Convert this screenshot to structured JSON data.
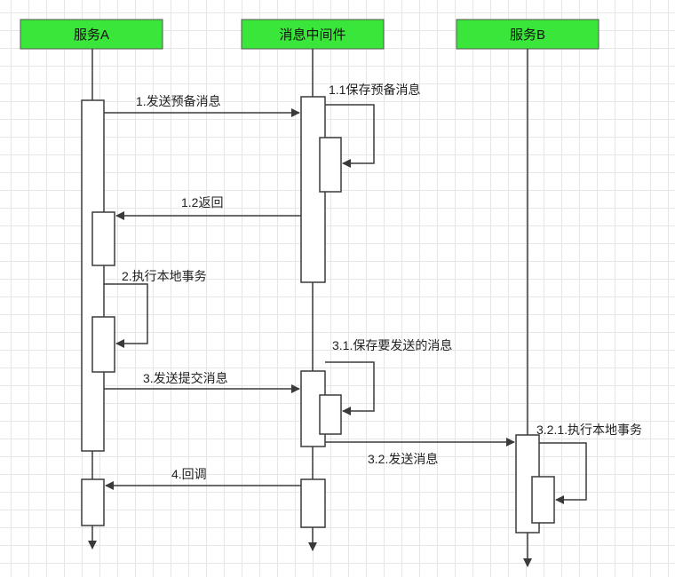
{
  "participants": {
    "service_a": "服务A",
    "middleware": "消息中间件",
    "service_b": "服务B"
  },
  "messages": {
    "m1": "1.发送预备消息",
    "m1_1": "1.1保存预备消息",
    "m1_2": "1.2返回",
    "m2": "2.执行本地事务",
    "m3": "3.发送提交消息",
    "m3_1": "3.1.保存要发送的消息",
    "m3_2": "3.2.发送消息",
    "m3_2_1": "3.2.1.执行本地事务",
    "m4": "4.回调"
  },
  "colors": {
    "header_fill": "#39e639",
    "header_border": "#555555",
    "line": "#3a3a3a",
    "activation_fill": "#ffffff"
  }
}
